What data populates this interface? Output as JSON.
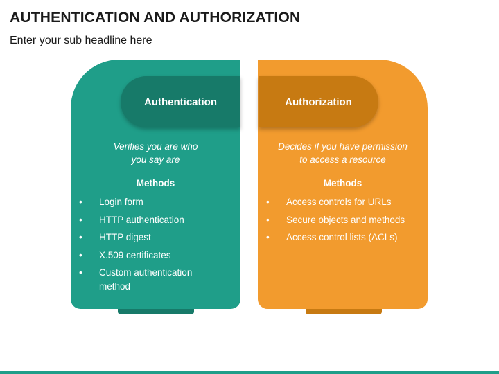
{
  "title": "AUTHENTICATION AND AUTHORIZATION",
  "subtitle": "Enter your sub headline here",
  "colors": {
    "teal": "#1f9e89",
    "teal_dark": "#177a69",
    "orange": "#f29b2e",
    "orange_dark": "#c77a12"
  },
  "authentication": {
    "tab_label": "Authentication",
    "description": [
      "Verifies you are who",
      "you say are"
    ],
    "methods_heading": "Methods",
    "methods": [
      "Login form",
      "HTTP authentication",
      "HTTP digest",
      "X.509 certificates",
      "Custom authentication method"
    ]
  },
  "authorization": {
    "tab_label": "Authorization",
    "description": [
      "Decides if you have permission",
      "to access a resource"
    ],
    "methods_heading": "Methods",
    "methods": [
      "Access controls for URLs",
      "Secure objects and methods",
      "Access control lists (ACLs)"
    ]
  },
  "bullet_glyph": "•"
}
